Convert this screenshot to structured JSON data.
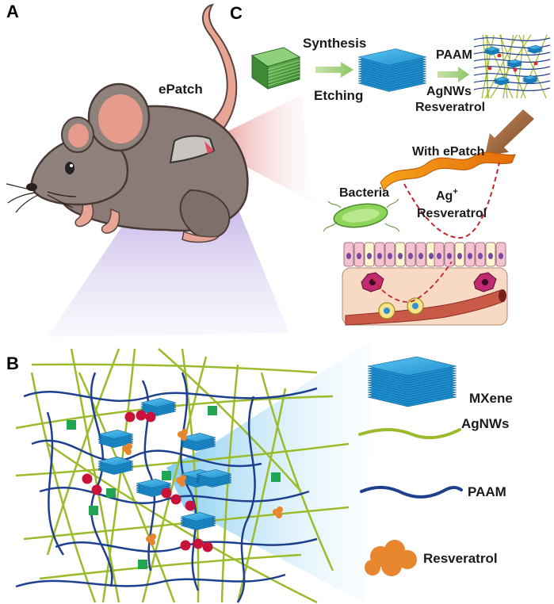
{
  "panels": {
    "a": "A",
    "b": "B",
    "c": "C"
  },
  "panel_a": {
    "epatch_label": "ePatch"
  },
  "panel_c": {
    "synthesis": "Synthesis",
    "etching": "Etching",
    "paam": "PAAM",
    "agnws": "AgNWs",
    "resveratrol": "Resveratrol",
    "with_epatch": "With ePatch",
    "bacteria": "Bacteria",
    "ag_ion": "Ag",
    "ag_sup": "+",
    "resveratrol2": "Resveratrol"
  },
  "legend": {
    "mxene": "MXene",
    "agnws": "AgNWs",
    "paam": "PAAM",
    "resveratrol": "Resveratrol"
  },
  "colors": {
    "mxene": "#29a7dd",
    "agnws": "#9cbb2c",
    "paam": "#1f3f8f",
    "resveratrol": "#e8862e",
    "crosslink": "#22a552",
    "mouse_body": "#8a7b76"
  }
}
